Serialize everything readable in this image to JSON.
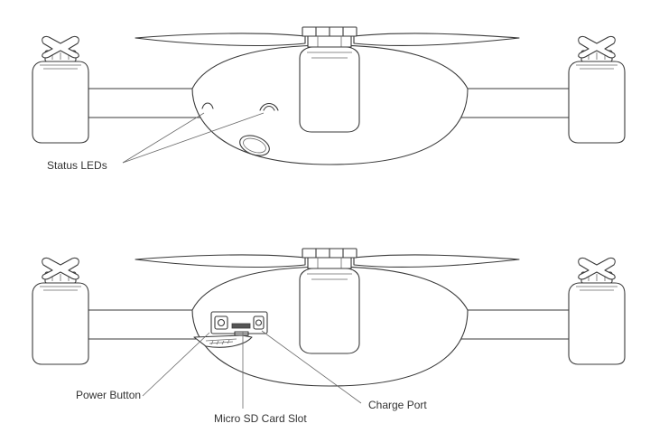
{
  "labels": {
    "status_leds": "Status LEDs",
    "power_button": "Power Button",
    "micro_sd_card_slot": "Micro SD Card Slot",
    "charge_port": "Charge Port"
  },
  "colors": {
    "line": "#3a3a3a",
    "background": "#ffffff",
    "text": "#333333"
  }
}
